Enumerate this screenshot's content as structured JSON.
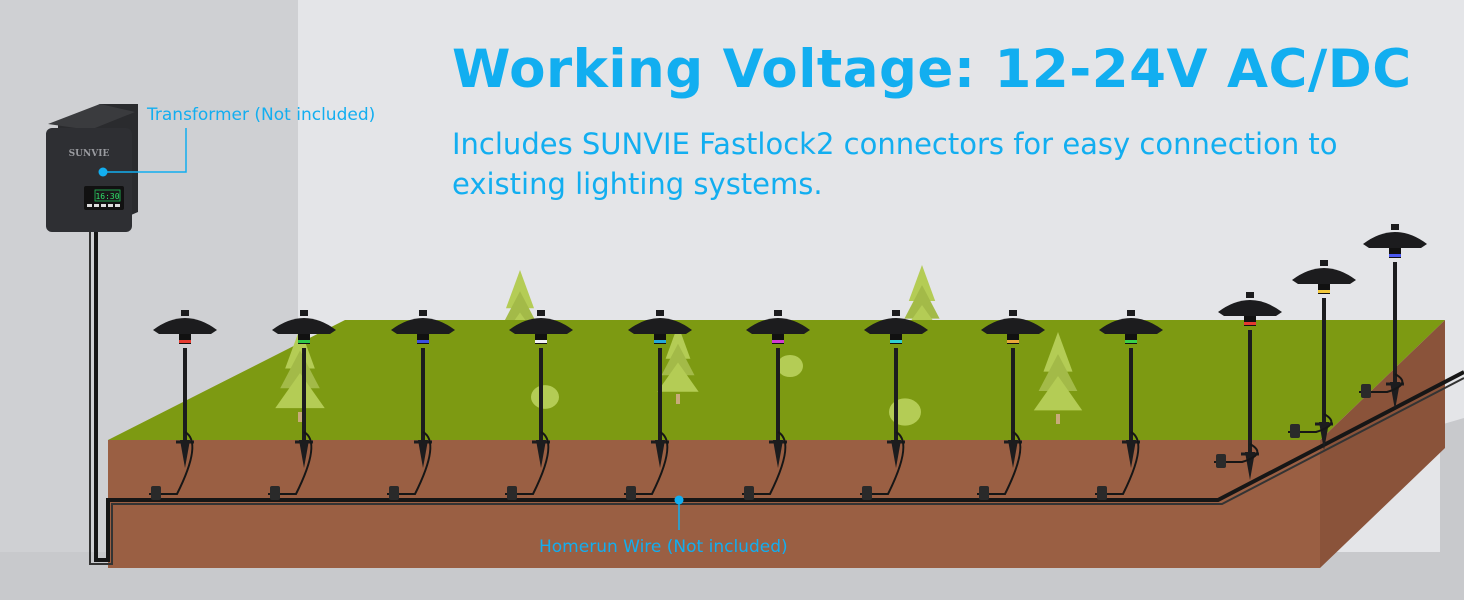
{
  "headline": "Working Voltage: 12-24V AC/DC",
  "subline": "Includes SUNVIE Fastlock2 connectors for easy connection to existing lighting systems.",
  "labels": {
    "transformer": "Transformer (Not included)",
    "homerun": "Homerun Wire (Not included)"
  },
  "transformer_device": {
    "brand": "SUNVIE",
    "display": "16:30"
  },
  "light_ring_colors": [
    "#e53a2f",
    "#2fc74a",
    "#3a4fe0",
    "#f2f2f2",
    "#24a8d8",
    "#d23ad0",
    "#2fd0d0",
    "#e8a83a",
    "#3ad04a",
    "#e53a2f",
    "#f2c83a",
    "#4a58f0"
  ],
  "colors": {
    "accent": "#12aef0",
    "wall": "#cfd0d3",
    "wall_side": "#c6c7ca",
    "background": "#e4e5e8",
    "floor": "#c8c9cc",
    "grass": "#7d9a12",
    "grass_edge": "#6f8c0c",
    "soil_front": "#9a5f43",
    "soil_side": "#8a533a",
    "soil_line": "#7a4a32",
    "tree": "#b4cc55",
    "tree_dark": "#a3ba48",
    "fixture": "#1c1c1e",
    "wire": "#161616"
  }
}
